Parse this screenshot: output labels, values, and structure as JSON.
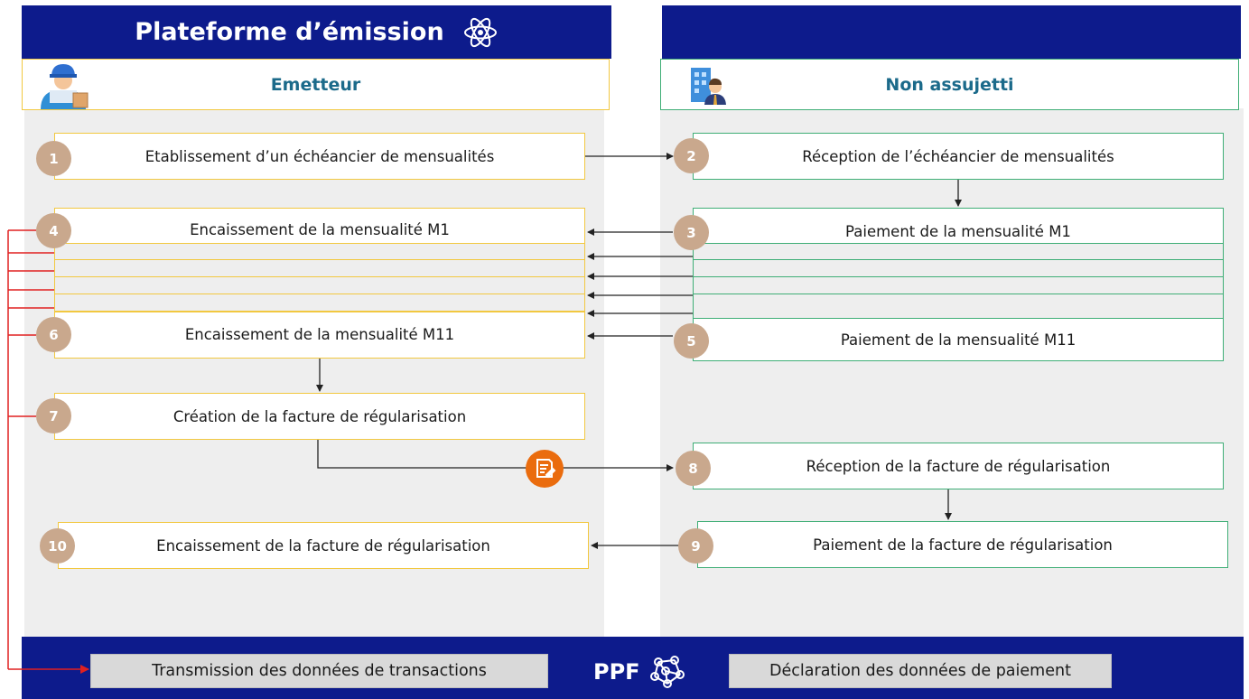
{
  "header": {
    "left_title": "Plateforme d’émission",
    "right_title": ""
  },
  "roles": {
    "left": "Emetteur",
    "right": "Non assujetti"
  },
  "steps": {
    "s1": {
      "num": "1",
      "label": "Etablissement d’un échéancier de mensualités"
    },
    "s2": {
      "num": "2",
      "label": "Réception de l’échéancier de mensualités"
    },
    "s3": {
      "num": "3",
      "label": "Paiement de la mensualité M1"
    },
    "s4": {
      "num": "4",
      "label": "Encaissement de la mensualité M1"
    },
    "s5": {
      "num": "5",
      "label": "Paiement de la mensualité M11"
    },
    "s6": {
      "num": "6",
      "label": "Encaissement de la mensualité M11"
    },
    "s7": {
      "num": "7",
      "label": "Création de la facture de régularisation"
    },
    "s8": {
      "num": "8",
      "label": "Réception de la facture de régularisation"
    },
    "s9": {
      "num": "9",
      "label": "Paiement de la facture de régularisation"
    },
    "s10": {
      "num": "10",
      "label": "Encaissement de la facture de régularisation"
    }
  },
  "ppf": {
    "label": "PPF",
    "transmission": "Transmission des données de transactions",
    "declaration": "Déclaration des données de paiement"
  },
  "colors": {
    "navy": "#0d1b8c",
    "yellow_border": "#f2c840",
    "green_border": "#3fae76",
    "badge": "#c9a88d",
    "red_line": "#e02020",
    "orange_doc": "#ea6c0e"
  },
  "icons": {
    "header": "atom-icon",
    "emetteur": "delivery-person-icon",
    "non_assujetti": "office-person-icon",
    "document": "invoice-document-icon",
    "ppf": "network-icon"
  }
}
